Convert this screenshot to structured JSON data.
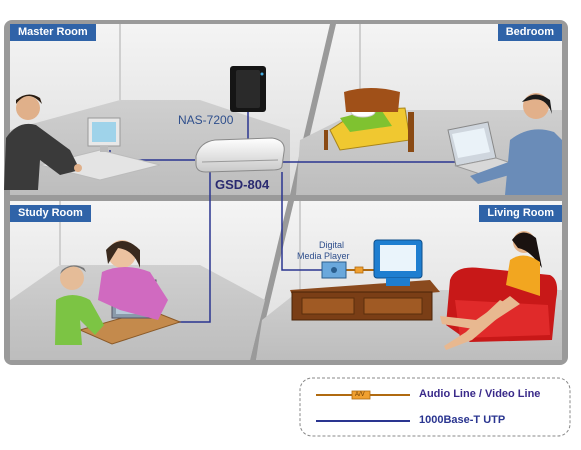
{
  "rooms": {
    "master": "Master Room",
    "bedroom": "Bedroom",
    "study": "Study Room",
    "living": "Living Room"
  },
  "devices": {
    "nas": "NAS-7200",
    "switch": "GSD-804",
    "player_line1": "Digital",
    "player_line2": "Media Player"
  },
  "legend": {
    "audio_video": "Audio Line / Video Line",
    "utp": "1000Base-T UTP",
    "av_tag": "A/V"
  },
  "colors": {
    "room_label_bg": "#2f63a8",
    "utp_line": "#2a3590",
    "av_line": "#b06a10",
    "legend_text": "#3a2a8a"
  }
}
